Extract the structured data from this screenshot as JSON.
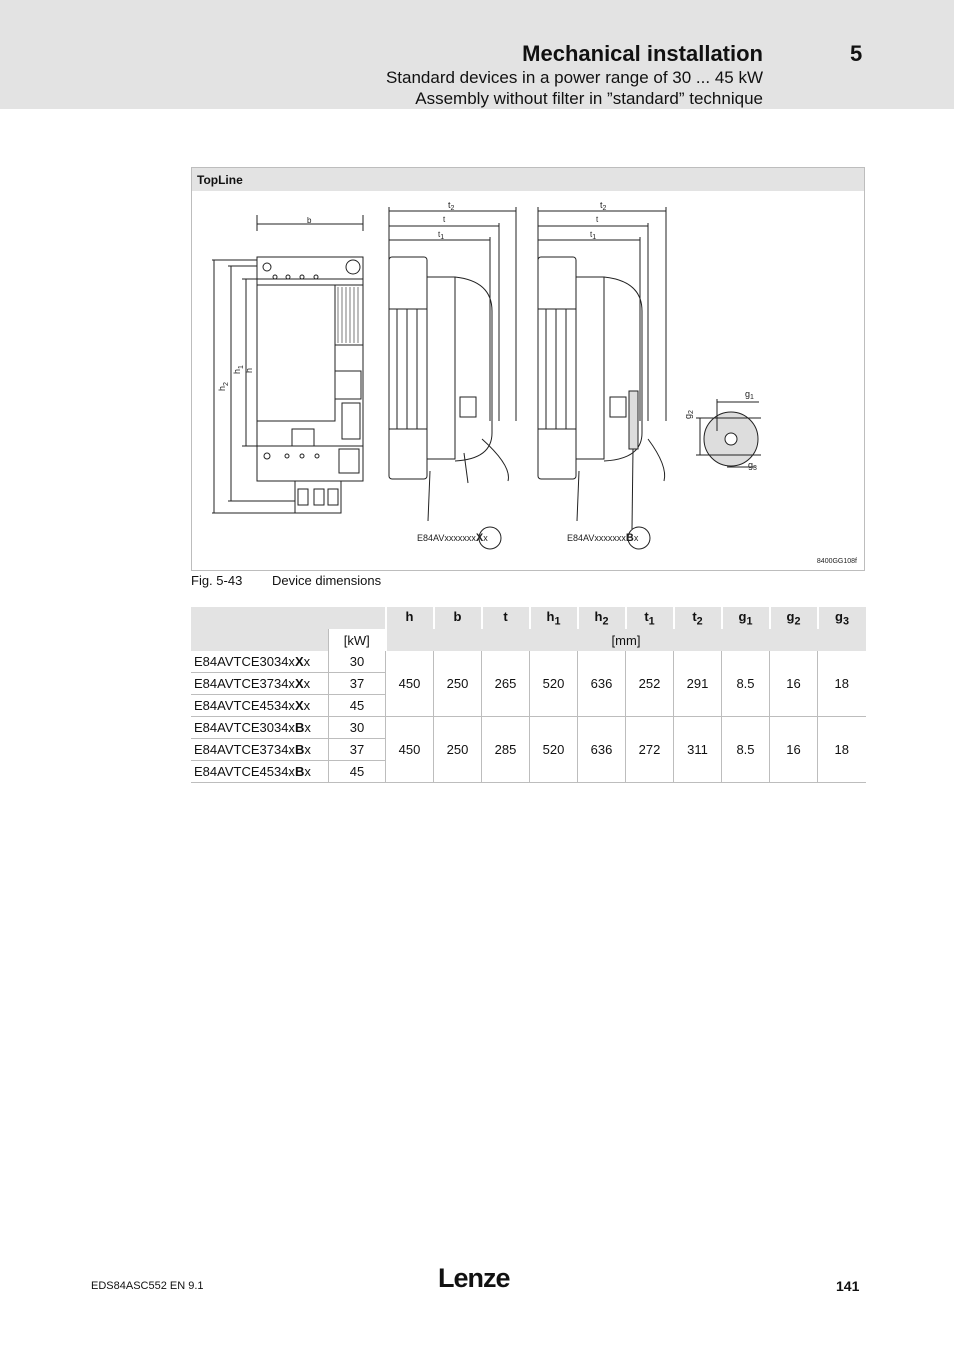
{
  "header": {
    "title": "Mechanical installation",
    "chapter": "5",
    "subtitle_line1": "Standard devices in a power range of 30 ... 45 kW",
    "subtitle_line2": "Assembly without filter in ”standard” technique"
  },
  "figure": {
    "box_title": "TopLine",
    "drawing_code": "8400GG108f",
    "dim_labels": {
      "b": "b",
      "h": "h",
      "h1": "h",
      "h2": "h",
      "t": "t",
      "t1": "t",
      "t2": "t",
      "g1": "g",
      "g2": "g",
      "g3": "g",
      "sub1": "1",
      "sub2": "2",
      "sub3": "3"
    },
    "variant_xx_prefix": "E84AVxxxxxx",
    "variant_xx_pre": "x",
    "variant_xx_key": "X",
    "variant_xx_post": "x",
    "variant_bx_prefix": "E84AVxxxxxx",
    "variant_bx_pre": "x",
    "variant_bx_key": "B",
    "variant_bx_post": "x",
    "caption_number": "Fig. 5-43",
    "caption_text": "Device dimensions"
  },
  "table": {
    "columns": [
      {
        "base": "h",
        "sub": ""
      },
      {
        "base": "b",
        "sub": ""
      },
      {
        "base": "t",
        "sub": ""
      },
      {
        "base": "h",
        "sub": "1"
      },
      {
        "base": "h",
        "sub": "2"
      },
      {
        "base": "t",
        "sub": "1"
      },
      {
        "base": "t",
        "sub": "2"
      },
      {
        "base": "g",
        "sub": "1"
      },
      {
        "base": "g",
        "sub": "2"
      },
      {
        "base": "g",
        "sub": "3"
      }
    ],
    "unit_kw": "[kW]",
    "unit_mm": "[mm]",
    "groups": [
      {
        "rows": [
          {
            "model_pre": "E84AVTCE3034x",
            "model_key": "X",
            "model_post": "x",
            "kw": "30"
          },
          {
            "model_pre": "E84AVTCE3734x",
            "model_key": "X",
            "model_post": "x",
            "kw": "37"
          },
          {
            "model_pre": "E84AVTCE4534x",
            "model_key": "X",
            "model_post": "x",
            "kw": "45"
          }
        ],
        "values": [
          "450",
          "250",
          "265",
          "520",
          "636",
          "252",
          "291",
          "8.5",
          "16",
          "18"
        ]
      },
      {
        "rows": [
          {
            "model_pre": "E84AVTCE3034x",
            "model_key": "B",
            "model_post": "x",
            "kw": "30"
          },
          {
            "model_pre": "E84AVTCE3734x",
            "model_key": "B",
            "model_post": "x",
            "kw": "37"
          },
          {
            "model_pre": "E84AVTCE4534x",
            "model_key": "B",
            "model_post": "x",
            "kw": "45"
          }
        ],
        "values": [
          "450",
          "250",
          "285",
          "520",
          "636",
          "272",
          "311",
          "8.5",
          "16",
          "18"
        ]
      }
    ]
  },
  "footer": {
    "doc_id": "EDS84ASC552  EN  9.1",
    "logo": "Lenze",
    "page": "141"
  }
}
